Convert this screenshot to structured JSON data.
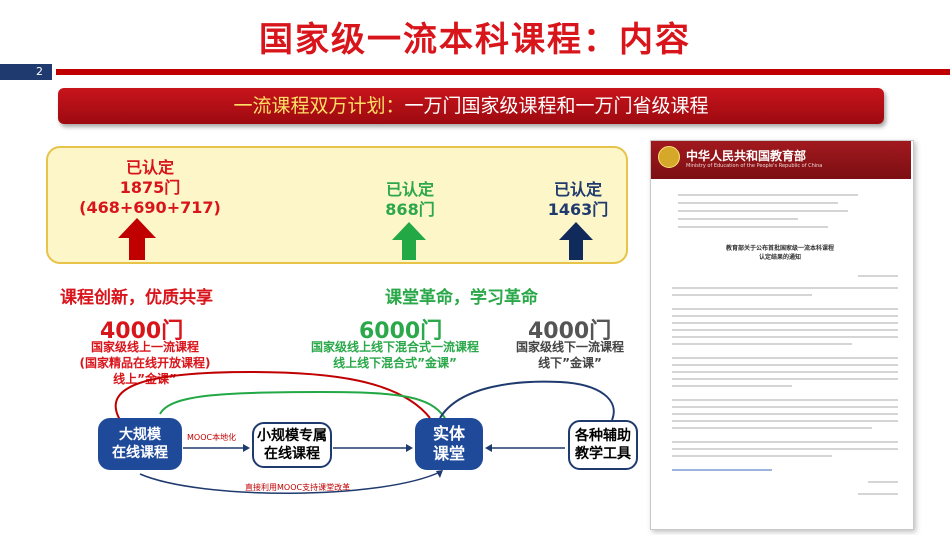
{
  "slide": {
    "title": "国家级一流本科课程：内容",
    "page_number": "2",
    "banner_lead": "一流课程双万计划：",
    "banner_rest": "一万门国家级课程和一万门省级课程"
  },
  "certified": {
    "left_label": "已认定",
    "left_count": "1875门",
    "left_breakdown": "(468+690+717)",
    "mid_label": "已认定",
    "mid_count": "868门",
    "right_label": "已认定",
    "right_count": "1463门"
  },
  "slogans": {
    "left": "课程创新，优质共享",
    "right": "课堂革命，学习革命"
  },
  "categories": {
    "online_count": "4000门",
    "online_line1": "国家级线上一流课程",
    "online_line2": "(国家精品在线开放课程)",
    "online_line3": "线上”金课”",
    "blended_count": "6000门",
    "blended_line1": "国家级线上线下混合式一流课程",
    "blended_line2": "线上线下混合式”金课”",
    "offline_count": "4000门",
    "offline_line1": "国家级线下一流课程",
    "offline_line2": "线下”金课”"
  },
  "flow": {
    "mooc_box_line1": "大规模",
    "mooc_box_line2": "在线课程",
    "spoc_box_line1": "小规模专属",
    "spoc_box_line2": "在线课程",
    "class_box_line1": "实体",
    "class_box_line2": "课堂",
    "tools_box_line1": "各种辅助",
    "tools_box_line2": "教学工具",
    "arrow_localize": "MOOC本地化",
    "arrow_direct": "直接利用MOOC支持课堂改革"
  },
  "document": {
    "header": "中华人民共和国教育部",
    "header_sub": "Ministry of Education of the People's Republic of China",
    "heading_line1": "教育部关于公布首批国家级一流本科课程",
    "heading_line2": "认定结果的通知"
  },
  "colors": {
    "red": "#d9151c",
    "green": "#2aa84a",
    "navy": "#1f3a6e",
    "box_blue": "#1f4a9a"
  }
}
